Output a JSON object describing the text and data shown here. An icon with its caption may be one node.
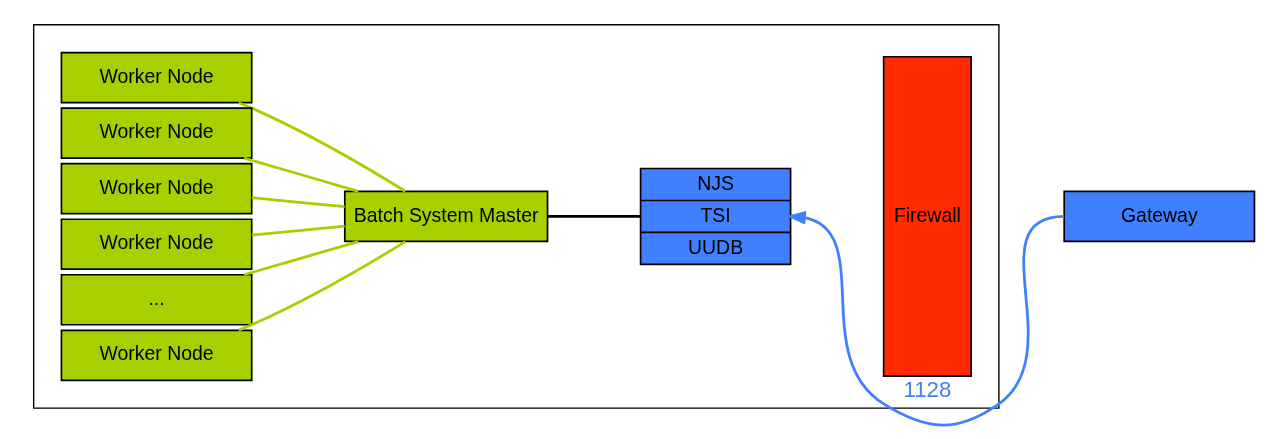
{
  "diagram": {
    "nodes": [
      {
        "text": [],
        "shape": "box"
      },
      {
        "text": [
          "Worker Node"
        ],
        "in": 0
      },
      {
        "text": [
          "Worker Node"
        ],
        "in": 0
      },
      {
        "text": [
          "Worker Node"
        ],
        "in": 0
      },
      {
        "text": [
          "Worker Node"
        ],
        "in": 0
      },
      {
        "text": [
          "..."
        ],
        "in": 0
      },
      {
        "text": [
          "Worker Node"
        ],
        "in": 0
      },
      {
        "text": [
          "Batch System Master"
        ],
        "in": 0
      },
      {
        "text": [
          "NJS",
          "TSI",
          "UUDB"
        ],
        "in": 0
      },
      {
        "text": [
          "Firewall"
        ],
        "in": 0
      },
      {
        "text": [
          "Gateway"
        ]
      }
    ],
    "edges": [
      {
        "from": 1,
        "to": 7,
        "arrow": "none"
      },
      {
        "from": 2,
        "to": 7,
        "arrow": "none"
      },
      {
        "from": 3,
        "to": 7,
        "arrow": "none"
      },
      {
        "from": 4,
        "to": 7,
        "arrow": "none"
      },
      {
        "from": 5,
        "to": 7,
        "arrow": "none"
      },
      {
        "from": 6,
        "to": 7,
        "arrow": "none"
      },
      {
        "from": 7,
        "to": 8,
        "arrow": "none",
        "color": "#000000"
      },
      {
        "from": 10,
        "to": 8,
        "arrow": "to",
        "label": "1128",
        "color": "#4080ff"
      }
    ]
  }
}
